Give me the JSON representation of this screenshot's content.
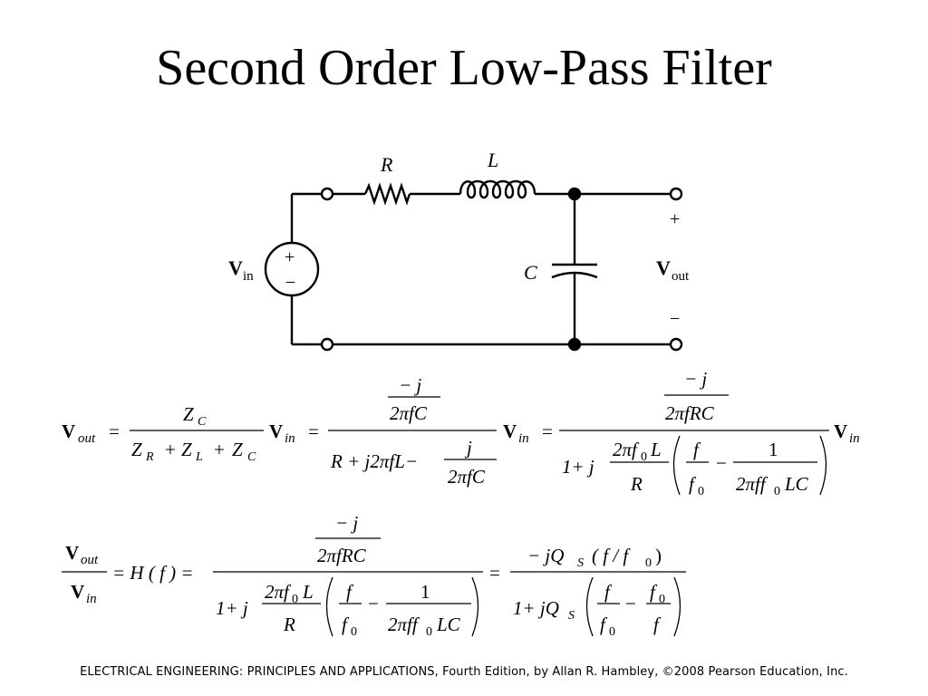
{
  "title": "Second Order Low-Pass Filter",
  "circuit": {
    "resistor_label": "R",
    "inductor_label": "L",
    "capacitor_label": "C",
    "source_plus": "+",
    "source_minus": "−",
    "vin_main": "V",
    "vin_sub": "in",
    "vout_main": "V",
    "vout_sub": "out",
    "out_plus": "+",
    "out_minus": "−"
  },
  "equations": {
    "eq1": {
      "lhs_main": "V",
      "lhs_sub": "out",
      "zc": "Z",
      "zc_sub": "C",
      "zr": "Z",
      "zr_sub": "R",
      "zl": "Z",
      "zl_sub": "L",
      "zc2": "Z",
      "zc2_sub": "C",
      "vin": "V",
      "vin_sub": "in",
      "neg_j": "− j",
      "two_pi_f_c": "2πfC",
      "den_a": "R + j2πfL−",
      "j": "j",
      "two_pi_f_c2": "2πfC",
      "vin2": "V",
      "vin2_sub": "in",
      "neg_j2": "− j",
      "two_pi_f_rc": "2πfRC",
      "one_plus_j": "1+ j",
      "two_pi_f0_l": "2πf",
      "zero": "0",
      "l": "L",
      "r": "R",
      "f": "f",
      "f0": "f",
      "one": "1",
      "two_pi_ff0_lc": "2πff",
      "lc": "LC",
      "vin3": "V",
      "vin3_sub": "in"
    },
    "eq2": {
      "vout": "V",
      "vout_sub": "out",
      "vin": "V",
      "vin_sub": "in",
      "hf": "= H ( f ) =",
      "neg_j": "− j",
      "two_pi_f_rc": "2πfRC",
      "one_plus_j": "1+ j",
      "two_pi_f0_l": "2πf",
      "l": "L",
      "r": "R",
      "f": "f",
      "f0": "f",
      "one": "1",
      "two_pi_ff0": "2πff",
      "lc": "LC",
      "neg_jqs": "− jQ",
      "s": "S",
      "ratio": "( f / f",
      "ratio_end": ")",
      "one_plus_jqs": "1+ jQ",
      "s2": "S",
      "f_a": "f",
      "f0_a": "f",
      "f0_b": "f",
      "f_b": "f"
    }
  },
  "footer": "ELECTRICAL ENGINEERING: PRINCIPLES AND APPLICATIONS, Fourth Edition, by Allan R. Hambley, ©2008 Pearson Education, Inc."
}
